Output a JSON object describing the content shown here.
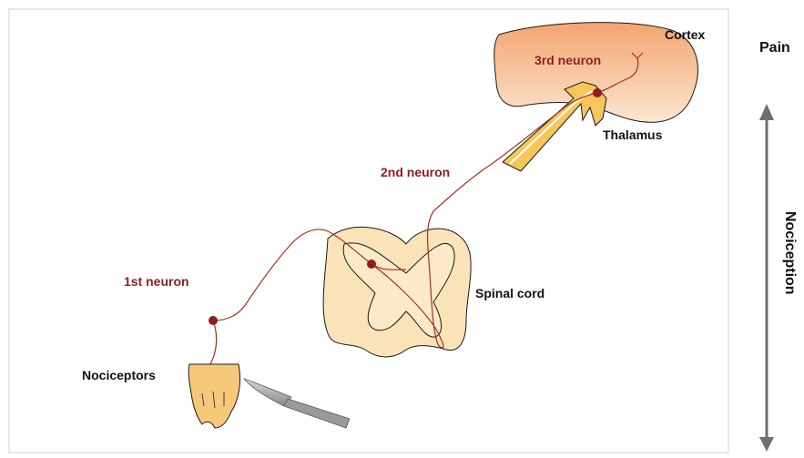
{
  "labels": {
    "cortex": "Cortex",
    "third_neuron": "3rd neuron",
    "thalamus": "Thalamus",
    "second_neuron": "2nd neuron",
    "first_neuron": "1st neuron",
    "spinal_cord": "Spinal cord",
    "nociceptors": "Nociceptors",
    "pain": "Pain",
    "nociception": "Nociception"
  },
  "colors": {
    "neuron_text": "#8b1f1f",
    "nerve_fiber": "#a0321e",
    "cortex_top": "#f3a56e",
    "cortex_bottom": "#fde3cc",
    "tract": "#f6c65a",
    "spinal_cord_outer": "#fbe3b8",
    "skin": "#f6c97a",
    "arrow": "#6e6e6e"
  }
}
